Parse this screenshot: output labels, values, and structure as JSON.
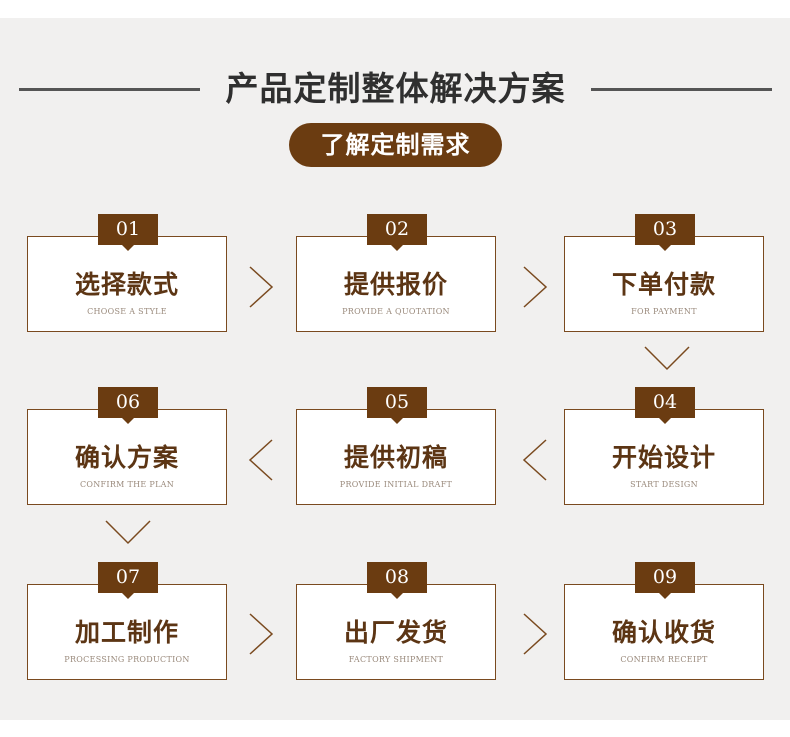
{
  "header": {
    "title": "产品定制整体解决方案",
    "subtitle": "了解定制需求"
  },
  "colors": {
    "brand_brown": "#6b3c11",
    "label_brown": "#5c3514",
    "background": "#f1f0ef"
  },
  "steps": [
    {
      "num": "01",
      "title": "选择款式",
      "en": "CHOOSE A STYLE"
    },
    {
      "num": "02",
      "title": "提供报价",
      "en": "PROVIDE A QUOTATION"
    },
    {
      "num": "03",
      "title": "下单付款",
      "en": "FOR PAYMENT"
    },
    {
      "num": "04",
      "title": "开始设计",
      "en": "START DESIGN"
    },
    {
      "num": "05",
      "title": "提供初稿",
      "en": "PROVIDE INITIAL DRAFT"
    },
    {
      "num": "06",
      "title": "确认方案",
      "en": "CONFIRM THE PLAN"
    },
    {
      "num": "07",
      "title": "加工制作",
      "en": "PROCESSING PRODUCTION"
    },
    {
      "num": "08",
      "title": "出厂发货",
      "en": "FACTORY SHIPMENT"
    },
    {
      "num": "09",
      "title": "确认收货",
      "en": "CONFIRM RECEIPT"
    }
  ],
  "icons": {
    "flow_right": "chevron-right-icon",
    "flow_left": "chevron-left-icon",
    "flow_down": "chevron-down-icon"
  }
}
